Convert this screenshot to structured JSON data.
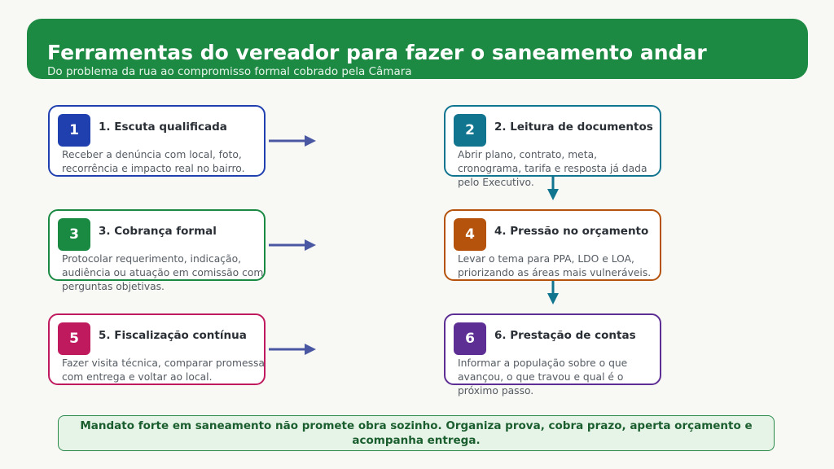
{
  "header": {
    "title": "Ferramentas do vereador para fazer o saneamento andar",
    "subtitle": "Do problema da rua ao compromisso formal cobrado pela Câmara"
  },
  "steps": [
    {
      "number": "1",
      "title": "1. Escuta qualificada",
      "body": "Receber a denúncia com local, foto, recorrência e impacto real no bairro.",
      "color": "#2140b0"
    },
    {
      "number": "2",
      "title": "2. Leitura de documentos",
      "body": "Abrir plano, contrato, meta, cronograma, tarifa e resposta já dada pelo Executivo.",
      "color": "#11758f"
    },
    {
      "number": "3",
      "title": "3. Cobrança formal",
      "body": "Protocolar requerimento, indicação, audiência ou atuação em comissão com perguntas objetivas.",
      "color": "#1a8a43"
    },
    {
      "number": "4",
      "title": "4. Pressão no orçamento",
      "body": "Levar o tema para PPA, LDO e LOA, priorizando as áreas mais vulneráveis.",
      "color": "#b5530c"
    },
    {
      "number": "5",
      "title": "5. Fiscalização contínua",
      "body": "Fazer visita técnica, comparar promessa com entrega e voltar ao local.",
      "color": "#c01a5e"
    },
    {
      "number": "6",
      "title": "6. Prestação de contas",
      "body": "Informar a população sobre o que avançou, o que travou e qual é o próximo passo.",
      "color": "#5d2e93"
    }
  ],
  "footer": "Mandato forte em saneamento não promete obra sozinho. Organiza prova, cobra prazo, aperta orçamento e acompanha entrega."
}
